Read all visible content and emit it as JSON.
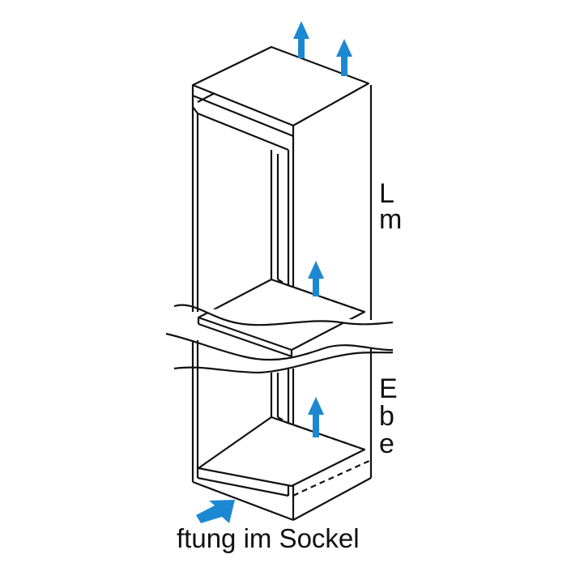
{
  "labels": {
    "upper_right_1": "L",
    "upper_right_2": "m",
    "lower_right_1": "E",
    "lower_right_2": "b",
    "lower_right_3": "e",
    "bottom_caption": "ftung im Sockel"
  },
  "colors": {
    "arrow": "#1d88d2",
    "line": "#111111"
  },
  "icons": [
    "airflow-arrow-up",
    "airflow-arrow-in"
  ]
}
